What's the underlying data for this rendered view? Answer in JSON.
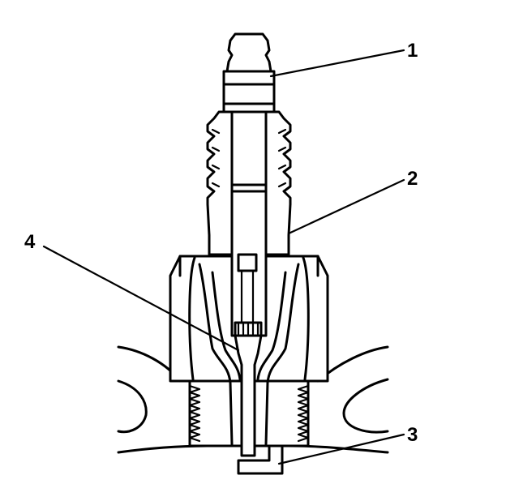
{
  "diagram": {
    "callouts": [
      {
        "id": "1",
        "label": "1"
      },
      {
        "id": "2",
        "label": "2"
      },
      {
        "id": "3",
        "label": "3"
      },
      {
        "id": "4",
        "label": "4"
      }
    ],
    "colors": {
      "background": "#ffffff",
      "ink": "#000000"
    }
  }
}
